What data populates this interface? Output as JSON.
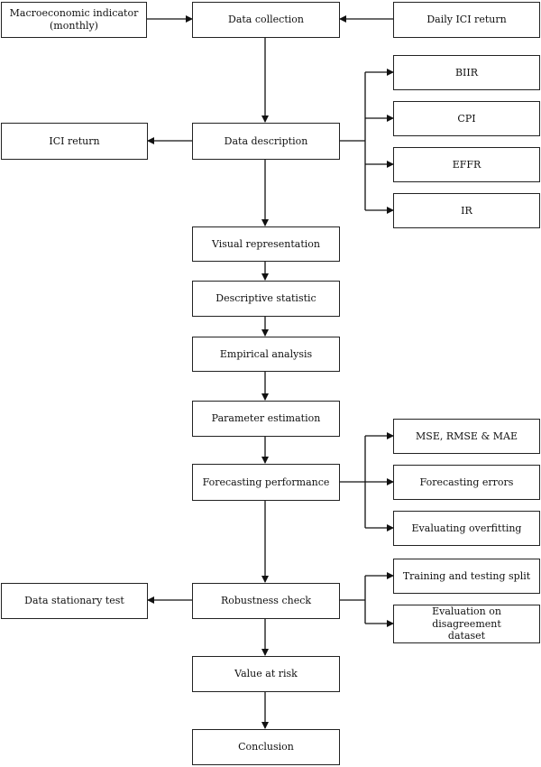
{
  "nodes": {
    "macro": "Macroeconomic indicator\n(monthly)",
    "collection": "Data collection",
    "daily_ici": "Daily ICI return",
    "biir": "BIIR",
    "ici_return": "ICI return",
    "description": "Data description",
    "cpi": "CPI",
    "effr": "EFFR",
    "ir": "IR",
    "visual": "Visual representation",
    "descriptive": "Descriptive statistic",
    "empirical": "Empirical analysis",
    "parameter": "Parameter estimation",
    "mse": "MSE, RMSE & MAE",
    "forecasting": "Forecasting performance",
    "forecast_errors": "Forecasting errors",
    "overfitting": "Evaluating overfitting",
    "stationary": "Data stationary test",
    "robustness": "Robustness check",
    "split": "Training and testing split",
    "disagreement": "Evaluation on disagreement\ndataset",
    "var": "Value at risk",
    "conclusion": "Conclusion"
  }
}
